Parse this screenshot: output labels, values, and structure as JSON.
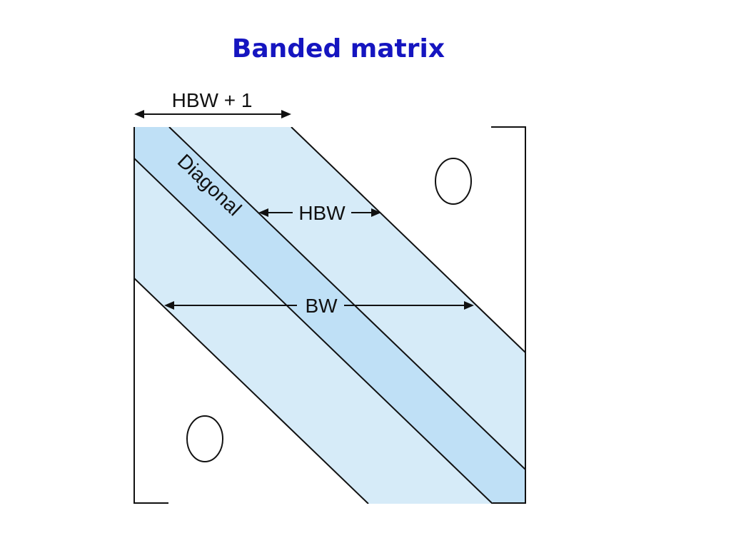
{
  "title": "Banded matrix",
  "labels": {
    "hbw_plus_one": "HBW + 1",
    "diagonal": "Diagonal",
    "hbw": "HBW",
    "bw": "BW",
    "upper_zero": "0",
    "lower_zero": "0"
  },
  "colors": {
    "title": "#1515c0",
    "band": "#d6ebf8",
    "diagonal_strip": "#bfe0f6",
    "line": "#111111"
  }
}
